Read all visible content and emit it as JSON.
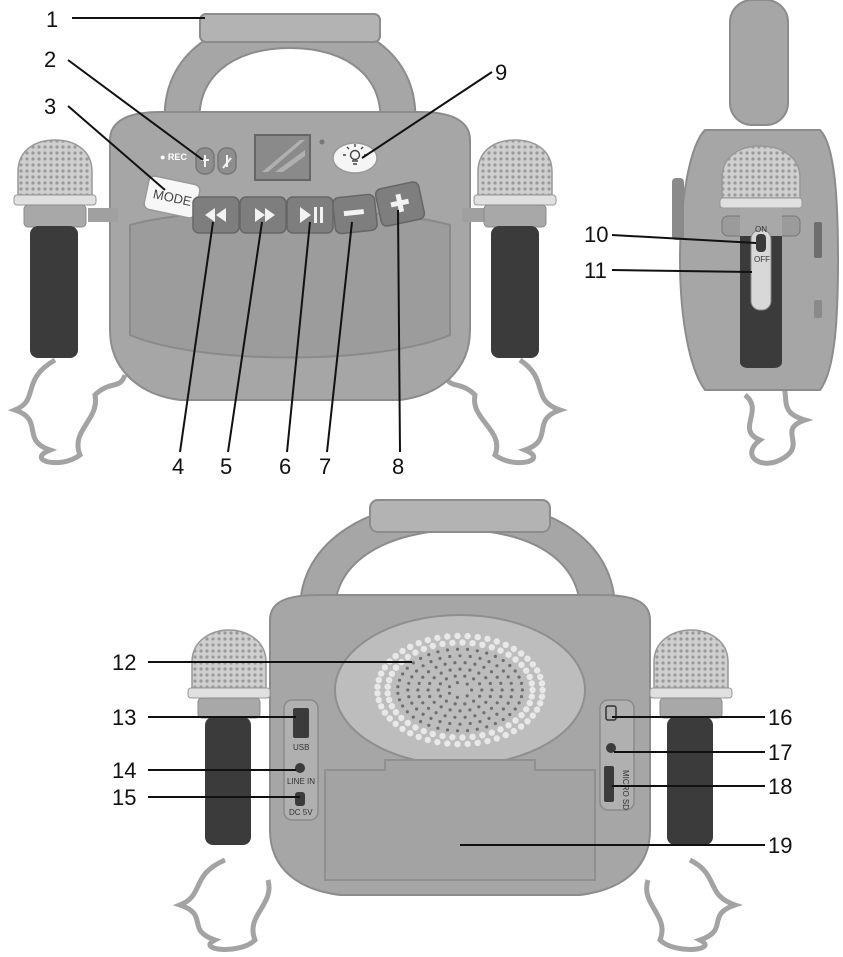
{
  "callouts": {
    "c1": "1",
    "c2": "2",
    "c3": "3",
    "c4": "4",
    "c5": "5",
    "c6": "6",
    "c7": "7",
    "c8": "8",
    "c9": "9",
    "c10": "10",
    "c11": "11",
    "c12": "12",
    "c13": "13",
    "c14": "14",
    "c15": "15",
    "c16": "16",
    "c17": "17",
    "c18": "18",
    "c19": "19"
  },
  "front": {
    "mode_label": "MODE",
    "rec_label": "● REC"
  },
  "side": {
    "on_label": "ON",
    "off_label": "OFF"
  },
  "back": {
    "usb_label": "USB",
    "line_in_label": "LINE IN",
    "dc_label": "DC 5V",
    "sd_label": "MICRO SD"
  },
  "colors": {
    "body": "#a6a6a6",
    "grip": "#3b3b3b",
    "mic_head": "#c8c8c8",
    "leader": "#111111"
  }
}
